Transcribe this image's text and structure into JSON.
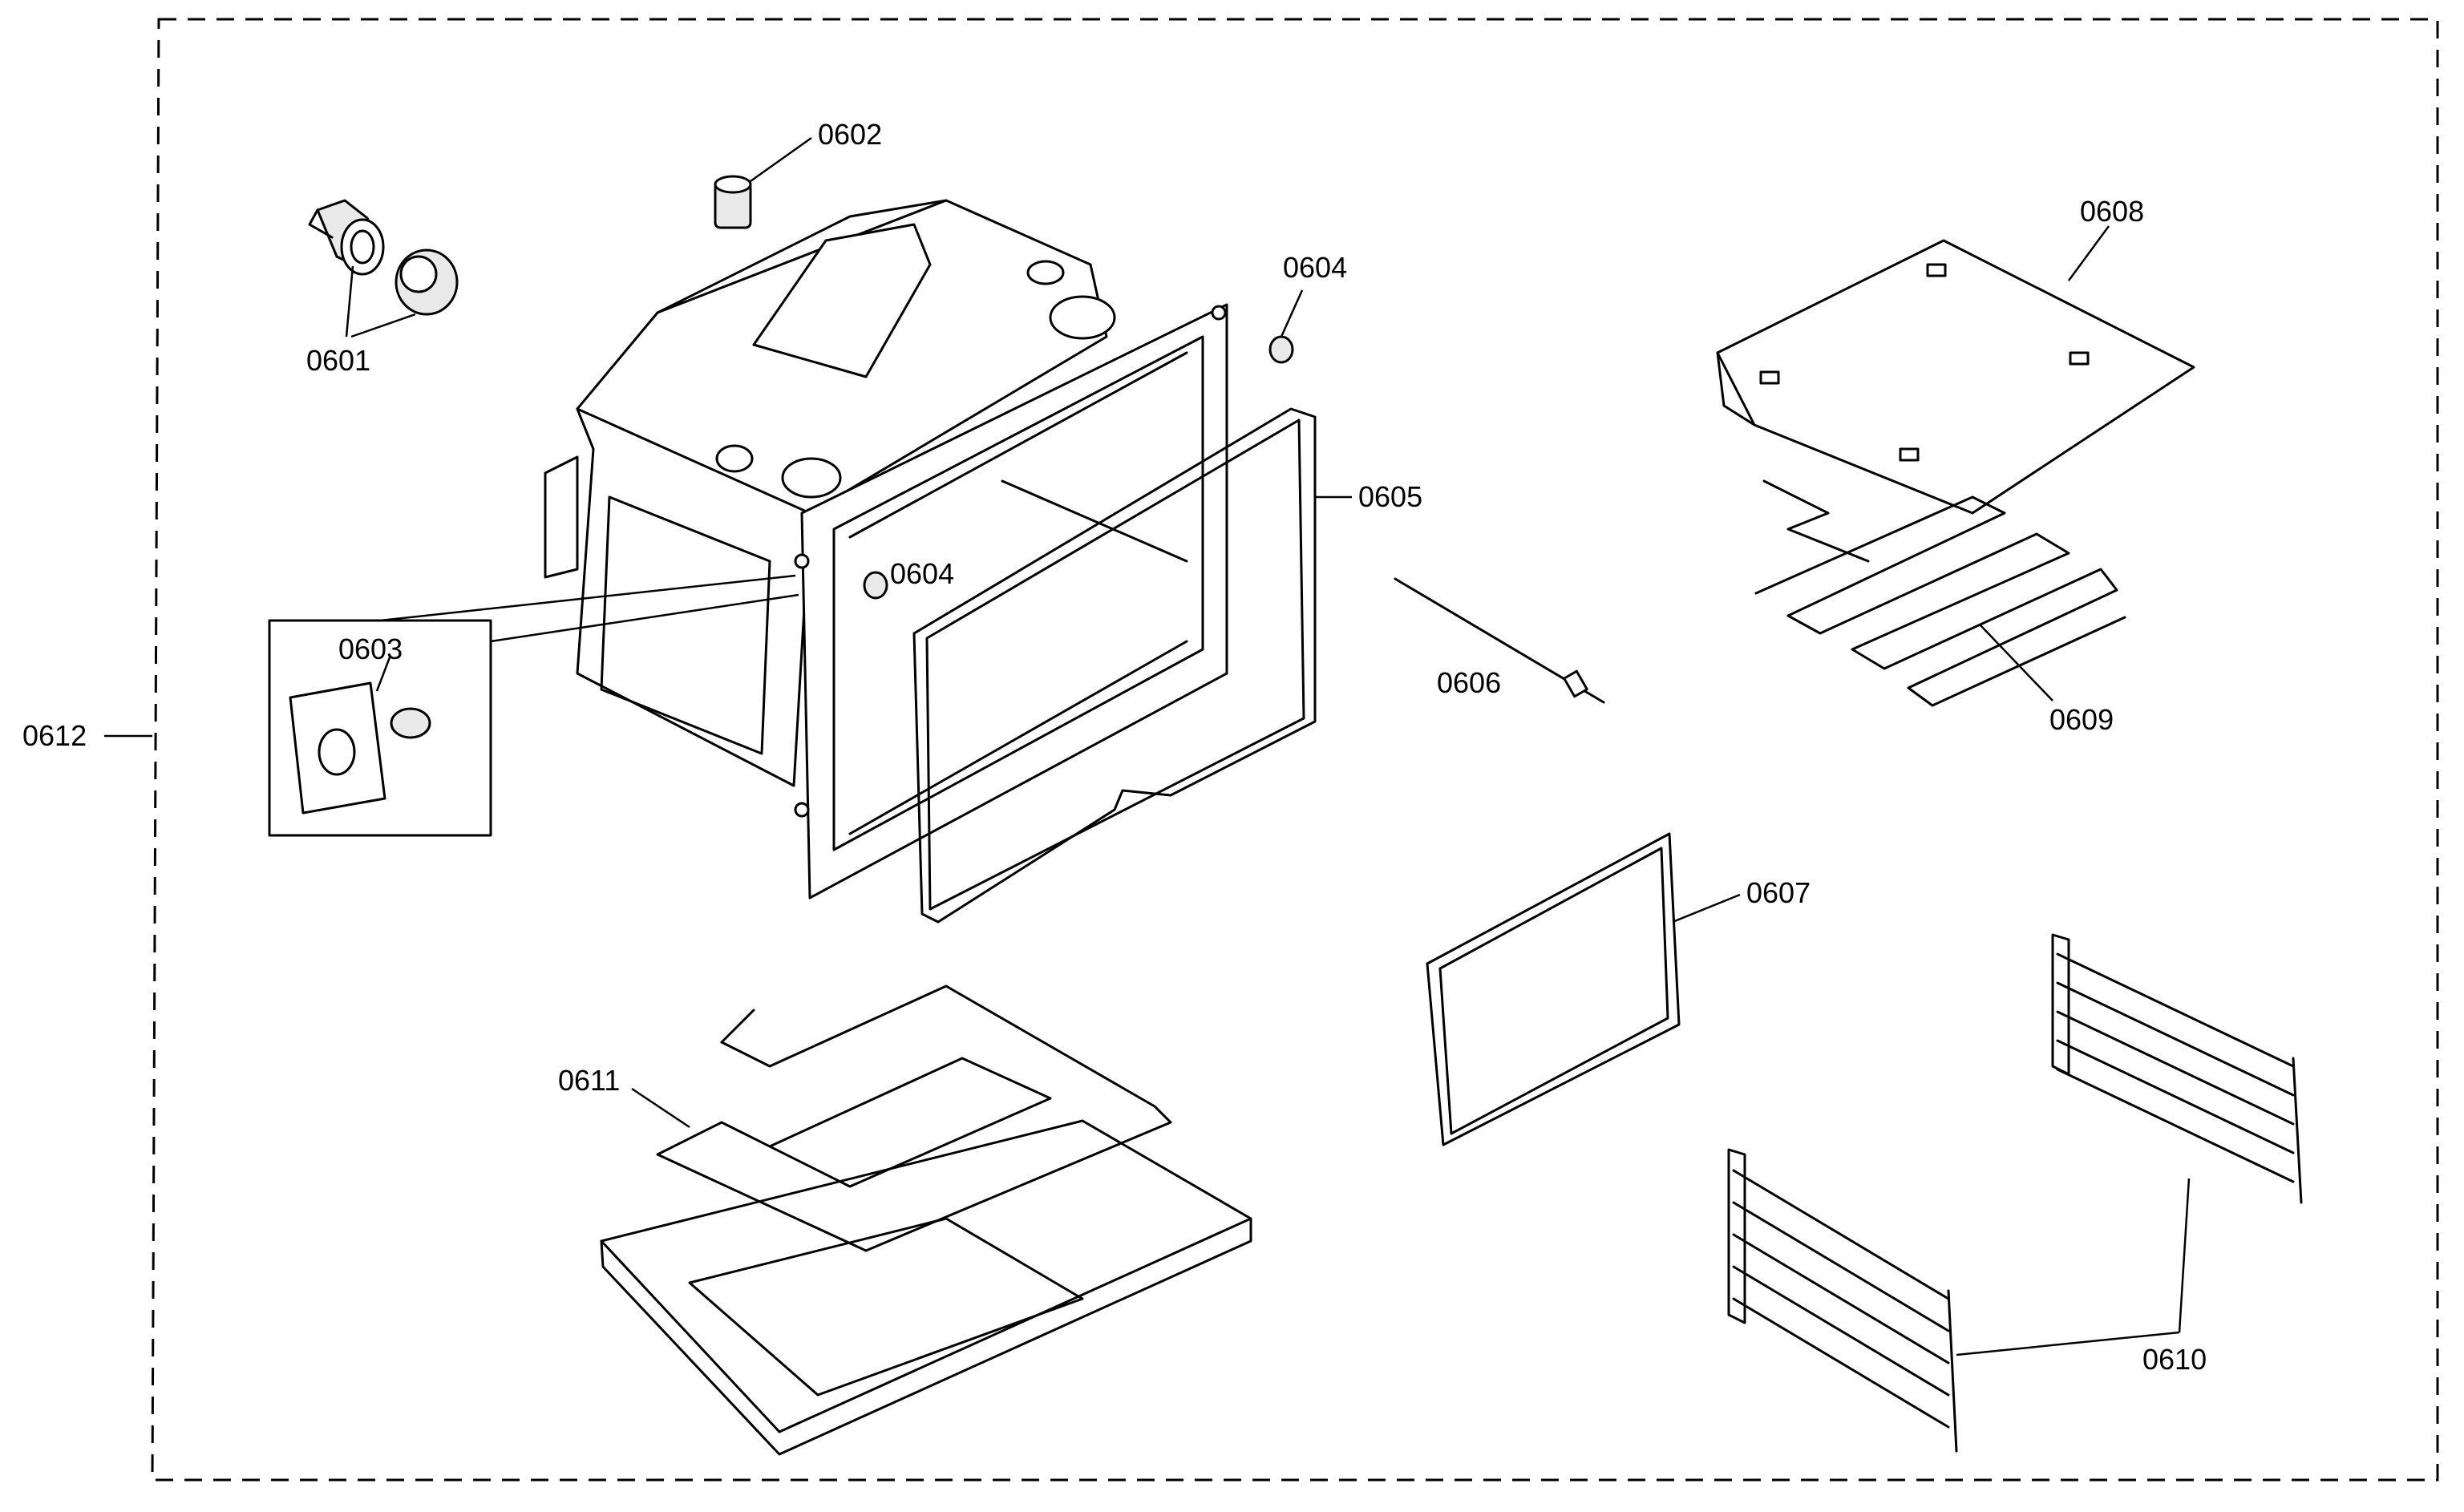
{
  "diagram": {
    "type": "exploded-parts-view",
    "labels": {
      "p0601": "0601",
      "p0602": "0602",
      "p0603": "0603",
      "p0604a": "0604",
      "p0604b": "0604",
      "p0605": "0605",
      "p0606": "0606",
      "p0607": "0607",
      "p0608": "0608",
      "p0609": "0609",
      "p0610": "0610",
      "p0611": "0611",
      "p0612": "0612"
    }
  }
}
